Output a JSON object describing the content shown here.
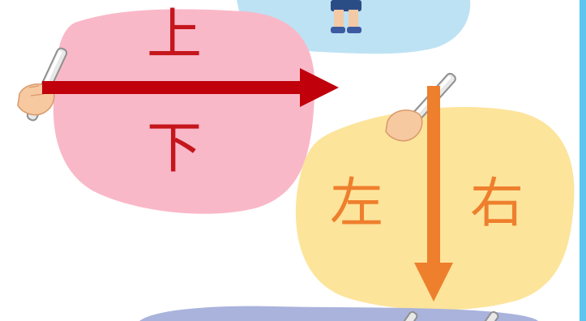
{
  "labels": {
    "horizontal_top": "上",
    "horizontal_bottom": "下",
    "vertical_left": "左",
    "vertical_right": "右"
  },
  "colors": {
    "pink_blob": "#f9b8c8",
    "yellow_blob": "#fde49b",
    "blue_blob_top": "#b9e0f3",
    "purple_blob_bottom": "#a9b3dc",
    "red_arrow": "#c0000b",
    "orange_arrow": "#ee7f2d",
    "right_strip": "#5cc6ee"
  },
  "icons": {
    "top_figure": "child-legs-icon",
    "hand_left": "hand-holding-pen-icon",
    "hand_right": "hand-holding-pen-icon"
  }
}
